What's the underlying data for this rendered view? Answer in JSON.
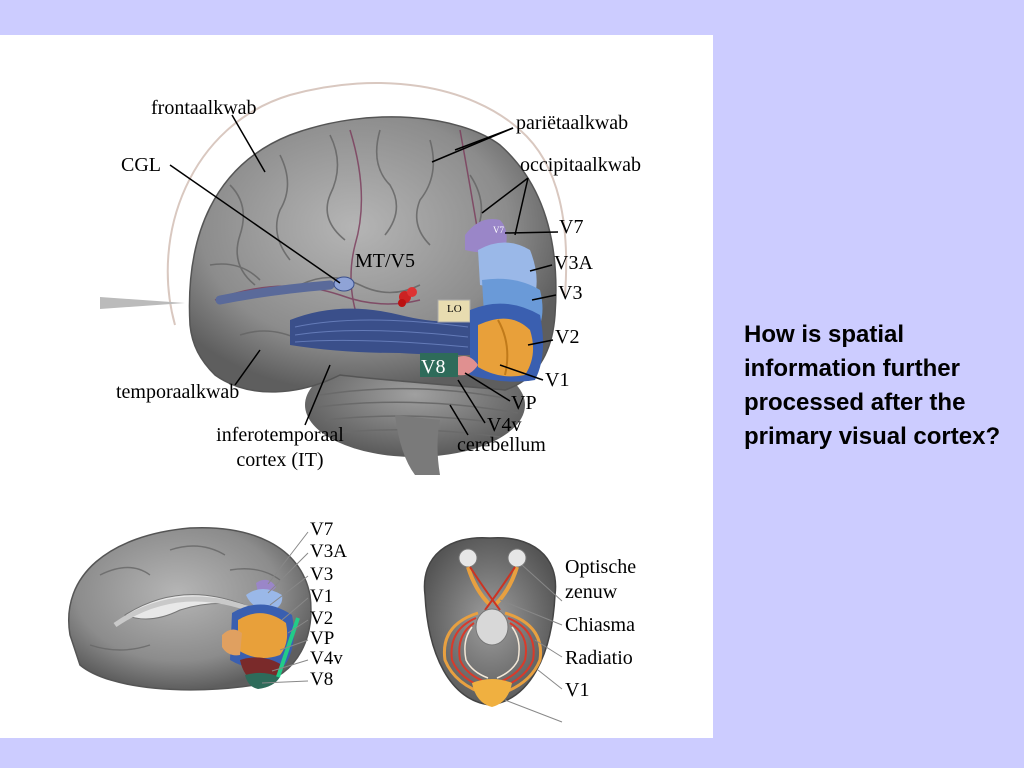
{
  "question": "How is spatial information further processed after the primary visual cortex?",
  "lateral_view": {
    "labels": {
      "frontal": "frontaalkwab",
      "parietal": "pariëtaalkwab",
      "cgl": "CGL",
      "occipital": "occipitaalkwab",
      "v7": "V7",
      "mt": "MT/V5",
      "v3a": "V3A",
      "v3": "V3",
      "v2": "V2",
      "v8": "V8",
      "v1": "V1",
      "temporal": "temporaalkwab",
      "vp": "VP",
      "v4v": "V4v",
      "it_line1": "inferotemporaal",
      "it_line2": "cortex (IT)",
      "cerebellum": "cerebellum",
      "lo": "LO",
      "v7_small": "V7"
    }
  },
  "medial_view": {
    "labels": [
      "V7",
      "V3A",
      "V3",
      "V1",
      "V2",
      "VP",
      "V4v",
      "V8"
    ]
  },
  "ventral_view": {
    "labels": {
      "optic_line1": "Optische",
      "optic_line2": "zenuw",
      "chiasma": "Chiasma",
      "radiatio": "Radiatio",
      "v1": "V1"
    }
  },
  "colors": {
    "slide_background": "#ccccff",
    "figure_background": "#ffffff",
    "cortex": "#8a8a8a",
    "visual_pathway": "#3a4f8a",
    "v1": "#e8a03a",
    "v2": "#3a5fb0",
    "v3": "#6a9ad8",
    "v3a": "#9ab8e8",
    "v7": "#9a86c8",
    "v8": "#2e6b5a",
    "mt": "#cc2222",
    "marker_line": "#22cc88",
    "optic_tract": "#e8a040"
  }
}
